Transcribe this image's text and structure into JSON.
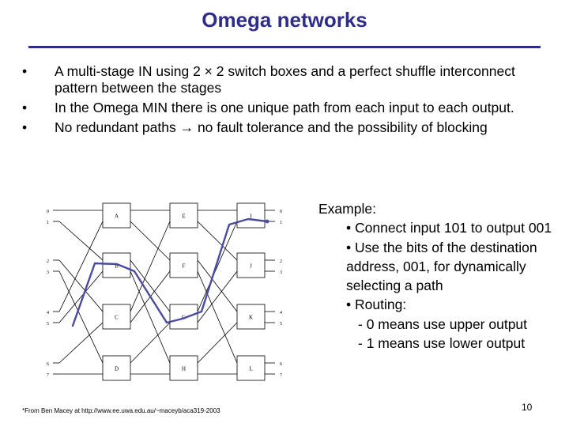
{
  "slide": {
    "title": "Omega networks",
    "bullets": [
      "A multi-stage IN using 2 × 2 switch boxes and a perfect shuffle interconnect pattern between the stages",
      "In the Omega MIN there is one unique path from each input to each output.",
      "No redundant paths → no fault tolerance and the possibility of blocking"
    ],
    "bullet_marker": "•",
    "example": {
      "heading": "Example:",
      "lines": [
        "• Connect input 101 to output 001",
        "• Use the bits of the destination address, 001, for dynamically selecting a path",
        "• Routing:"
      ],
      "routing_rules": [
        "- 0 means use upper output",
        "- 1 means use lower output"
      ]
    },
    "footnote": "*From Ben Macey at http://www.ee.uwa.edu.au/~maceyb/aca319-2003",
    "page_number": "10"
  },
  "diagram": {
    "switches": [
      [
        "A",
        "B",
        "C",
        "D"
      ],
      [
        "E",
        "F",
        "G",
        "H"
      ],
      [
        "I",
        "J",
        "K",
        "L"
      ]
    ],
    "input_labels": [
      "0",
      "1",
      "2",
      "3",
      "4",
      "5",
      "6",
      "7"
    ],
    "output_labels": [
      "0",
      "1",
      "2",
      "3",
      "4",
      "5",
      "6",
      "7"
    ],
    "path_color": "#4a4a9e",
    "line_color": "#000000"
  }
}
